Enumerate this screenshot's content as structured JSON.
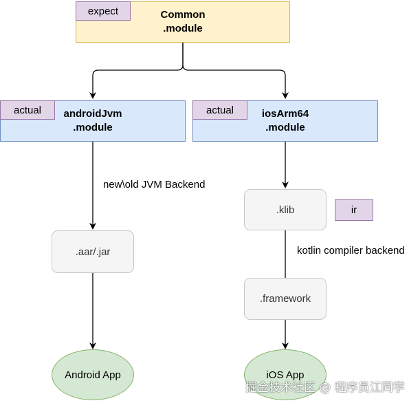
{
  "common": {
    "tag": "expect",
    "title_line1": "Common",
    "title_line2": ".module"
  },
  "android": {
    "tag": "actual",
    "title_line1": "androidJvm",
    "title_line2": ".module"
  },
  "ios": {
    "tag": "actual",
    "title_line1": "iosArm64",
    "title_line2": ".module"
  },
  "android_edge_label": "new\\old JVM Backend",
  "android_artifact": ".aar/.jar",
  "android_app": "Android App",
  "ios_klib": ".klib",
  "ios_klib_tag": "ir",
  "ios_edge_label": "kotlin compiler backend",
  "ios_framework": ".framework",
  "ios_app": "iOS App",
  "watermark": "掘金技术社区 @ 程序员江同学",
  "colors": {
    "common_fill": "#fff2cc",
    "platform_fill": "#dae8fc",
    "tag_fill": "#e1d5e7",
    "artifact_fill": "#f5f5f5",
    "app_fill": "#d5e8d4",
    "line": "#000000"
  }
}
